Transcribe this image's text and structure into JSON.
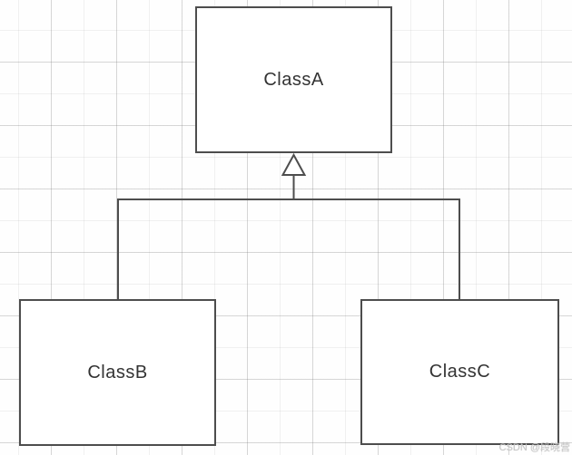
{
  "diagram": {
    "type": "uml-class-diagram",
    "classes": [
      {
        "id": "class-a",
        "label": "ClassA"
      },
      {
        "id": "class-b",
        "label": "ClassB"
      },
      {
        "id": "class-c",
        "label": "ClassC"
      }
    ],
    "relationships": [
      {
        "from": "ClassB",
        "to": "ClassA",
        "type": "inheritance"
      },
      {
        "from": "ClassC",
        "to": "ClassA",
        "type": "inheritance"
      }
    ],
    "colors": {
      "stroke": "#4d4d4d",
      "text": "#333333",
      "box_fill": "#ffffff",
      "grid_major": "#dedede",
      "grid_minor": "#f0f0f0",
      "watermark": "#c6c6c6"
    }
  },
  "watermark": {
    "text": "CSDN @段晓营"
  }
}
